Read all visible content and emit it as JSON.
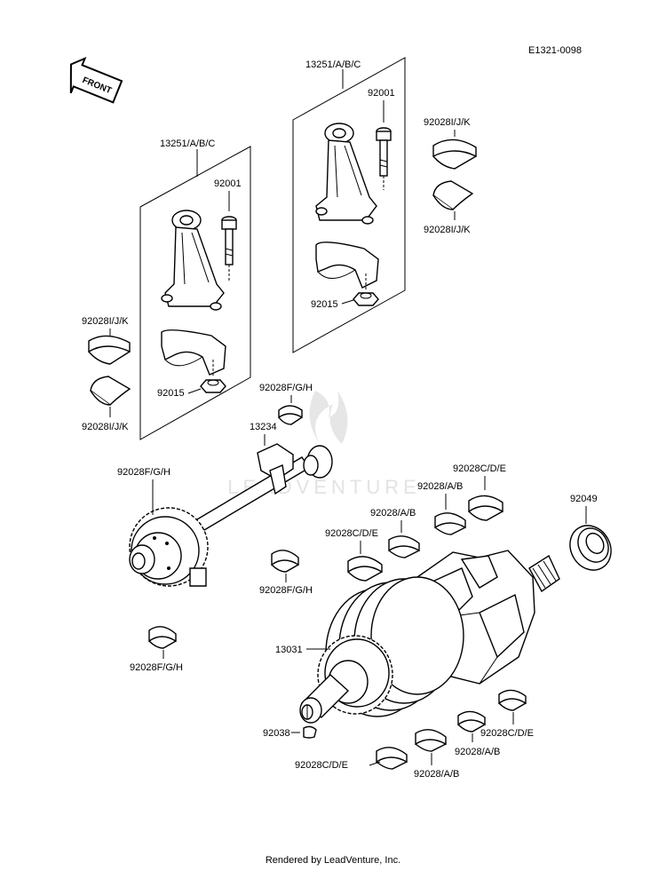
{
  "diagram_code": "E1321-0098",
  "front_arrow_label": "FRONT",
  "watermark_text": "LEADVENTURE",
  "footer": "Rendered by LeadVenture, Inc.",
  "callouts": {
    "rod_left_asm": "13251/A/B/C",
    "rod_right_asm": "13251/A/B/C",
    "bolt_left": "92001",
    "bolt_right": "92001",
    "nut_left": "92015",
    "nut_right": "92015",
    "rod_bearing_left_top": "92028I/J/K",
    "rod_bearing_left_bottom": "92028I/J/K",
    "rod_bearing_right_top": "92028I/J/K",
    "rod_bearing_right_bottom": "92028I/J/K",
    "balancer_weight": "13234",
    "balancer_bearing_top": "92028F/G/H",
    "balancer_bearing_left": "92028F/G/H",
    "balancer_bearing_mid": "92028F/G/H",
    "balancer_bearing_bottom": "92028F/G/H",
    "main_bearing_cde_top": "92028C/D/E",
    "main_bearing_ab_top": "92028/A/B",
    "main_bearing_ab_mid": "92028/A/B",
    "main_bearing_cde_mid": "92028C/D/E",
    "oil_seal": "92049",
    "crankshaft": "13031",
    "key": "92038",
    "main_bearing_cde_low": "92028C/D/E",
    "main_bearing_ab_low": "92028/A/B",
    "main_bearing_cde_bottom": "92028C/D/E",
    "main_bearing_ab_bottom": "92028/A/B"
  }
}
